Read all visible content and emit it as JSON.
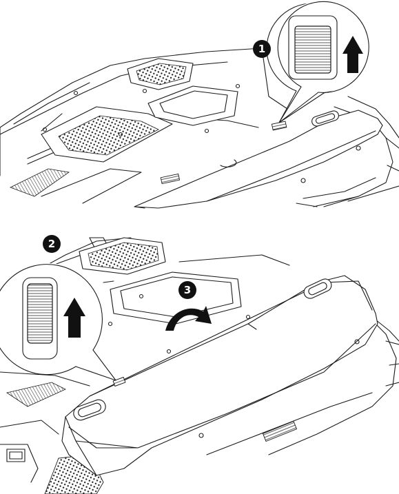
{
  "figure": {
    "panels": [
      {
        "id": "top",
        "step_markers": [
          "1"
        ],
        "callout": "latch-slid-up",
        "icon": "arrow-up-icon"
      },
      {
        "id": "bottom",
        "step_markers": [
          "2",
          "3"
        ],
        "callout": "latch-slid-up",
        "icons": [
          "arrow-up-icon",
          "curved-arrow-icon"
        ]
      }
    ],
    "colors": {
      "line": "#1a1a1a",
      "marker": "#111111",
      "background": "#ffffff"
    }
  }
}
